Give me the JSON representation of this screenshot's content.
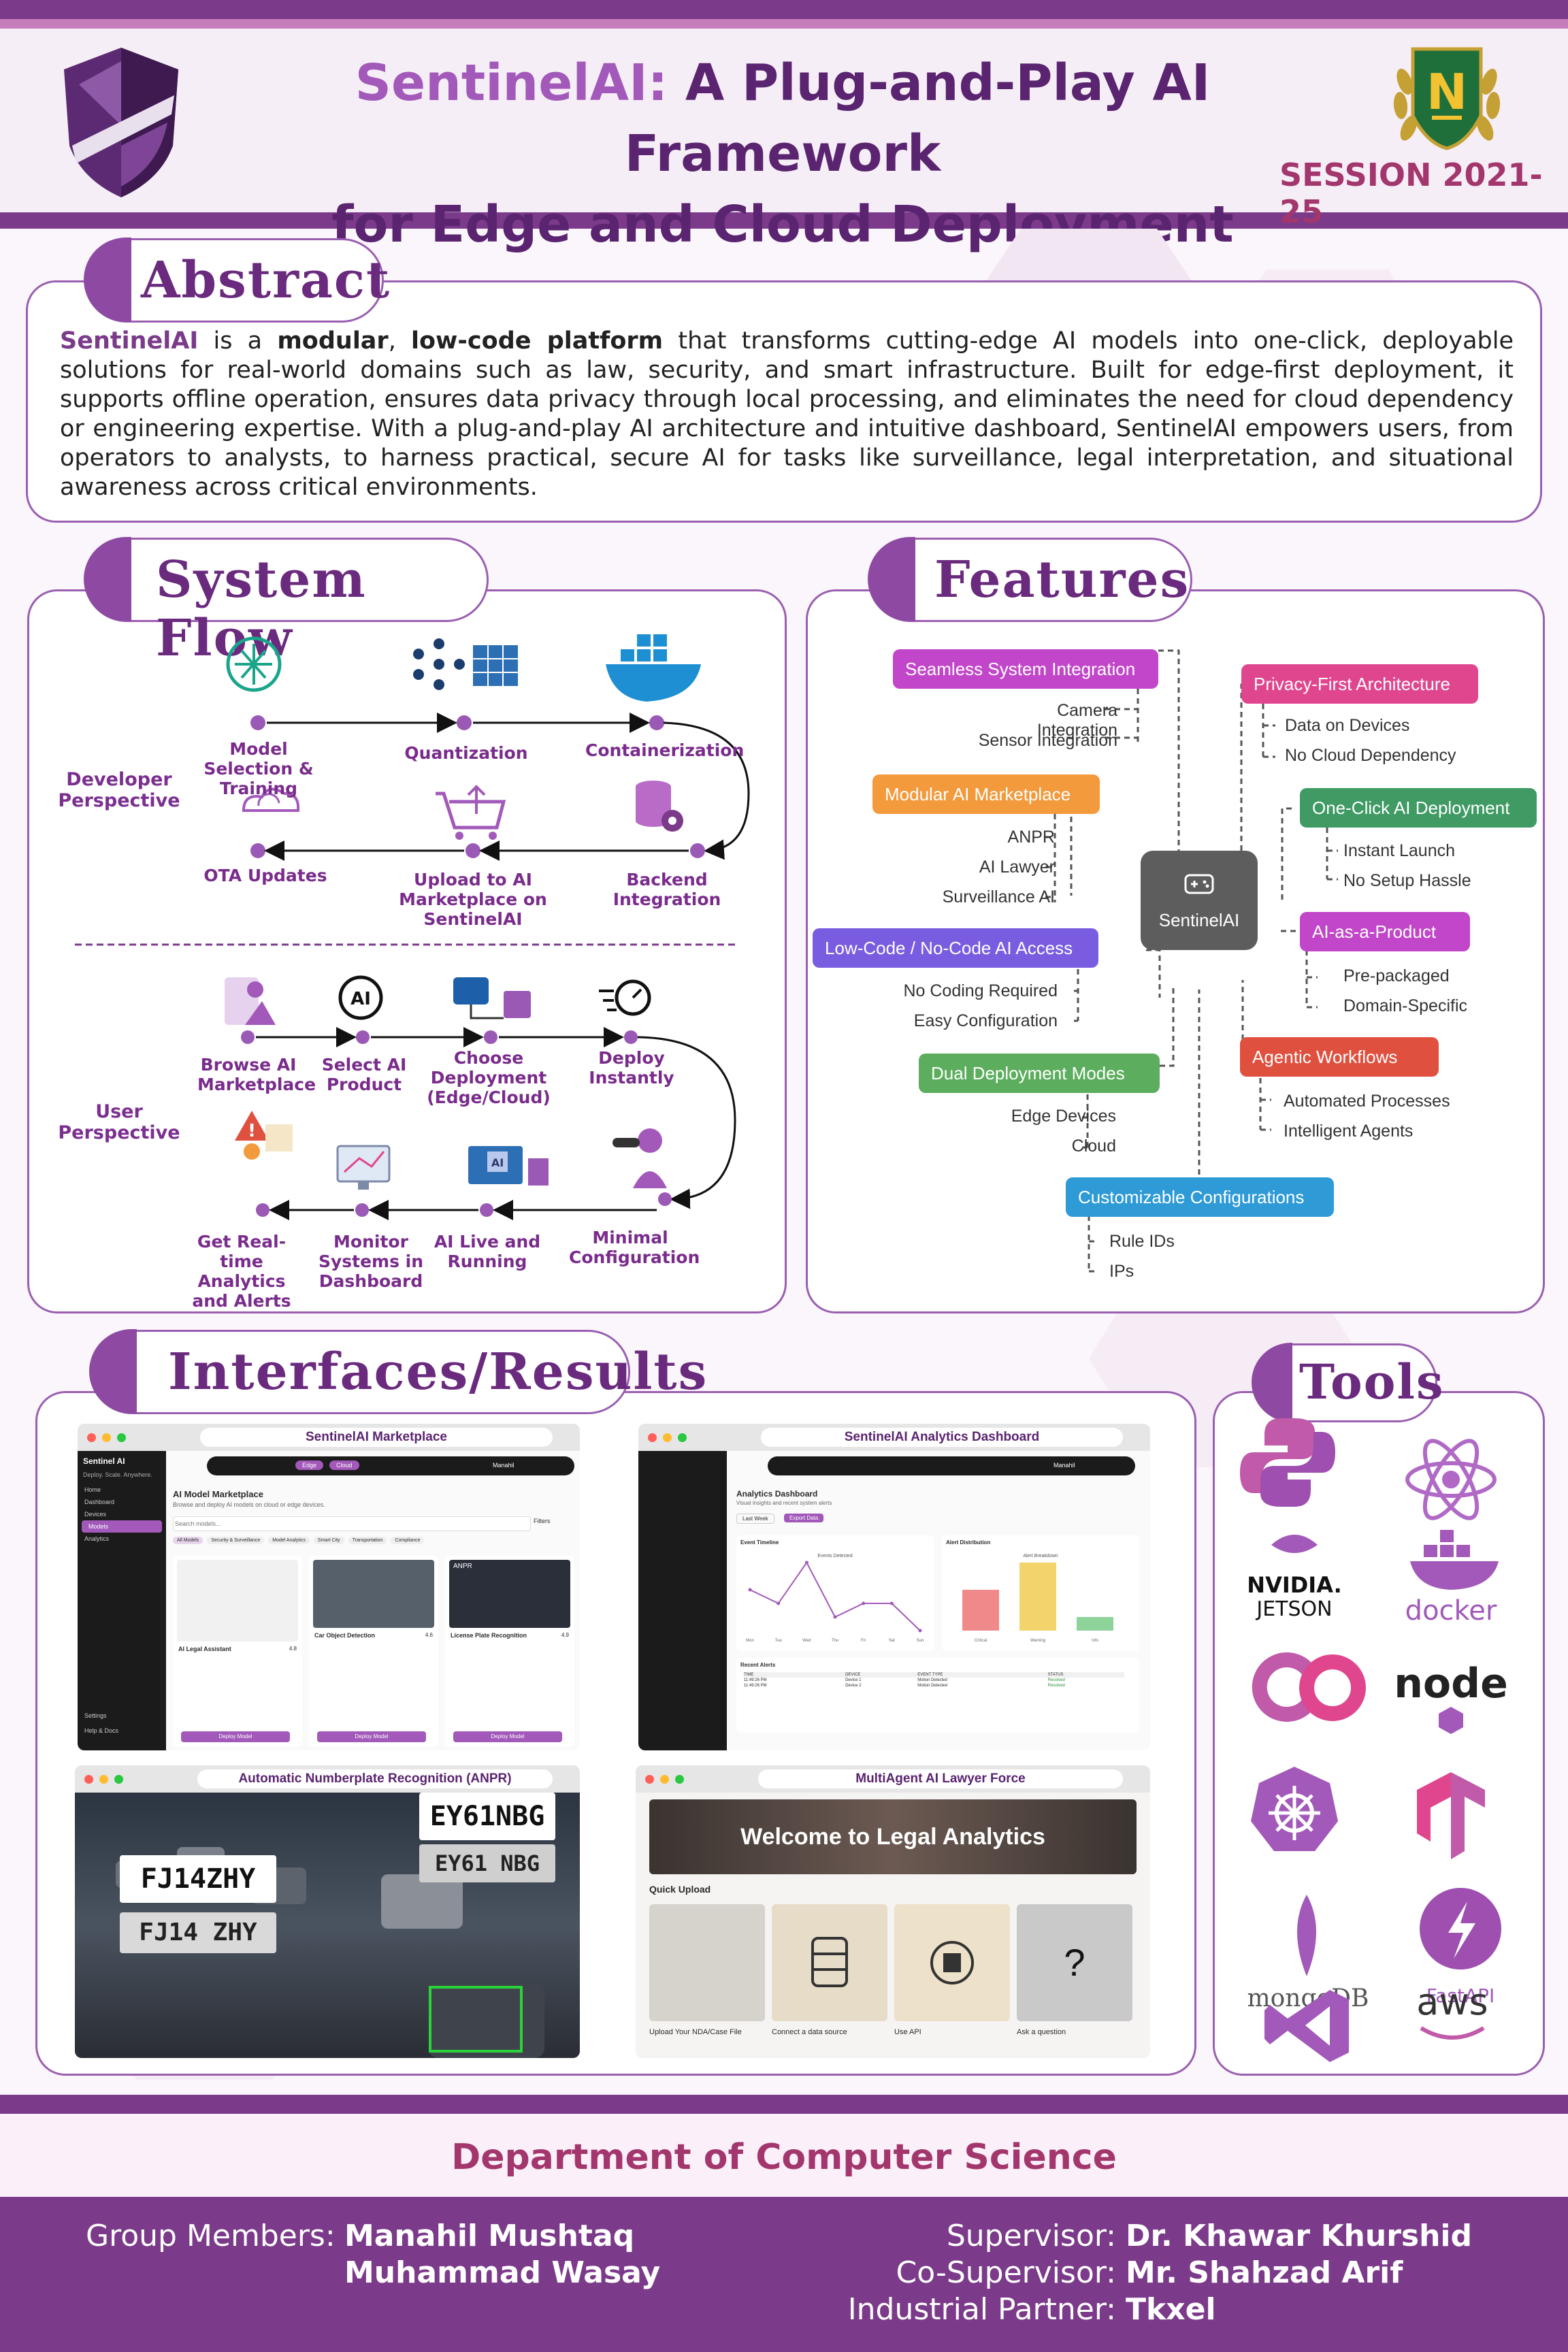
{
  "header": {
    "title_brand": "SentinelAI:",
    "title_rest_line1": "A Plug-and-Play AI Framework",
    "title_line2": "for Edge and Cloud Deployment",
    "session": "SESSION 2021-25",
    "logo_letter": "N"
  },
  "abstract": {
    "heading": "Abstract",
    "brand": "SentinelAI",
    "t1": " is a ",
    "b1": "modular",
    "t2": ", ",
    "b2": "low-code platform",
    "t3": " that transforms cutting-edge AI models into one-click, deployable solutions for real-world domains such as law, security, and smart infrastructure. Built for edge-first deployment, it supports offline operation, ensures data privacy through local processing, and eliminates the need for cloud dependency or engineering expertise. With a plug-and-play AI architecture and intuitive dashboard, SentinelAI empowers users, from operators to analysts, to harness practical, secure AI for tasks like surveillance, legal interpretation, and situational awareness across critical environments."
  },
  "system_flow": {
    "heading": "System Flow",
    "developer_perspective": "Developer Perspective",
    "user_perspective": "User Perspective",
    "dev_steps": {
      "model_selection": "Model Selection & Training",
      "quantization": "Quantization",
      "containerization": "Containerization",
      "backend_integration": "Backend Integration",
      "upload": "Upload to AI Marketplace on SentinelAI",
      "ota": "OTA Updates"
    },
    "user_steps": {
      "browse": "Browse AI Marketplace",
      "select": "Select AI Product",
      "choose": "Choose Deployment (Edge/Cloud)",
      "deploy": "Deploy Instantly",
      "minimal": "Minimal Configuration",
      "live": "AI Live and Running",
      "monitor": "Monitor Systems in Dashboard",
      "analytics": "Get Real-time Analytics and Alerts"
    }
  },
  "features": {
    "heading": "Features",
    "center": "SentinelAI",
    "items": [
      {
        "label": "Seamless System Integration",
        "color": "#c246c9",
        "subs": [
          "Camera Integration",
          "Sensor Integration"
        ]
      },
      {
        "label": "Modular AI Marketplace",
        "color": "#f39a3c",
        "subs": [
          "ANPR",
          "AI Lawyer",
          "Surveillance AI"
        ]
      },
      {
        "label": "Low-Code / No-Code AI Access",
        "color": "#7a5ce0",
        "subs": [
          "No Coding Required",
          "Easy Configuration"
        ]
      },
      {
        "label": "Dual Deployment Modes",
        "color": "#5cae5e",
        "subs": [
          "Edge Devices",
          "Cloud"
        ]
      },
      {
        "label": "Privacy-First Architecture",
        "color": "#e0468e",
        "subs": [
          "Data on Devices",
          "No Cloud Dependency"
        ]
      },
      {
        "label": "One-Click AI Deployment",
        "color": "#3f9a64",
        "subs": [
          "Instant Launch",
          "No Setup Hassle"
        ]
      },
      {
        "label": "AI-as-a-Product",
        "color": "#c246c9",
        "subs": [
          "Pre-packaged",
          "Domain-Specific"
        ]
      },
      {
        "label": "Agentic Workflows",
        "color": "#e0503f",
        "subs": [
          "Automated Processes",
          "Intelligent Agents"
        ]
      },
      {
        "label": "Customizable Configurations",
        "color": "#2e9ad6",
        "subs": [
          "Rule IDs",
          "IPs"
        ]
      }
    ]
  },
  "interfaces": {
    "heading": "Interfaces/Results",
    "marketplace": {
      "title": "SentinelAI Marketplace",
      "app_name": "Sentinel AI",
      "app_tag": "Deploy. Scale. Anywhere.",
      "page_title": "AI Model Marketplace",
      "page_sub": "Browse and deploy AI models on cloud or edge devices.",
      "search_placeholder": "Search models...",
      "filters": "Filters",
      "chips": [
        "All Models",
        "Security & Surveillance",
        "Model Analytics",
        "Smart City",
        "Transportation",
        "Compliance"
      ],
      "sidebar": [
        "Home",
        "Dashboard",
        "Devices",
        "Models",
        "Analytics"
      ],
      "cards": [
        {
          "name": "AI Legal Assistant",
          "rating": "4.8",
          "btn": "Deploy Model"
        },
        {
          "name": "Car Object Detection",
          "rating": "4.6",
          "btn": "Deploy Model"
        },
        {
          "name": "License Plate Recognition",
          "rating": "4.9",
          "btn": "Deploy Model"
        }
      ],
      "anpr_tag": "ANPR",
      "settings": "Settings",
      "help": "Help & Docs",
      "toggle_edge": "Edge",
      "toggle_cloud": "Cloud",
      "user": "Manahil"
    },
    "analytics": {
      "title": "SentinelAI Analytics Dashboard",
      "page_title": "Analytics Dashboard",
      "page_sub": "Visual insights and recent system alerts",
      "range": "Last Week",
      "export": "Export Data",
      "timeline_title": "Event Timeline",
      "timeline_legend": "Events Detected",
      "timeline_x": [
        "Mon",
        "Tue",
        "Wed",
        "Thu",
        "Fri",
        "Sat",
        "Sun"
      ],
      "timeline_values": [
        3,
        2,
        5,
        1,
        2,
        2,
        0
      ],
      "dist_title": "Alert Distribution",
      "dist_legend": "Alert Breakdown",
      "dist_x": [
        "Critical",
        "Warning",
        "Info"
      ],
      "dist_values": [
        3,
        5,
        1
      ],
      "alerts_title": "Recent Alerts",
      "alerts_headers": [
        "TIME",
        "DEVICE",
        "EVENT TYPE",
        "STATUS"
      ],
      "alerts_rows": [
        [
          "11:49:26 PM",
          "Device 1",
          "Motion Detected",
          "Resolved"
        ],
        [
          "11:49:26 PM",
          "Device 2",
          "Motion Detected",
          "Resolved"
        ]
      ],
      "user": "Manahil"
    },
    "anpr": {
      "title": "Automatic Numberplate Recognition (ANPR)",
      "plate1": "FJ14ZHY",
      "plate1_photo": "FJ14 ZHY",
      "plate2": "EY61NBG",
      "plate2_photo": "EY61 NBG"
    },
    "lawyer": {
      "title": "MultiAgent AI Lawyer Force",
      "banner": "Welcome to Legal Analytics",
      "quick_upload": "Quick Upload",
      "tiles": [
        "Upload Your NDA/Case File",
        "Connect a data source",
        "Use API",
        "Ask a question"
      ]
    }
  },
  "tools": {
    "heading": "Tools",
    "items": [
      {
        "name": "python-icon",
        "label": ""
      },
      {
        "name": "react-icon",
        "label": ""
      },
      {
        "name": "nvidia-jetson-icon",
        "label": "NVIDIA. JETSON"
      },
      {
        "name": "docker-icon",
        "label": "docker"
      },
      {
        "name": "cooperative-icon",
        "label": ""
      },
      {
        "name": "nodejs-icon",
        "label": "node"
      },
      {
        "name": "kubernetes-icon",
        "label": ""
      },
      {
        "name": "tensorflow-icon",
        "label": ""
      },
      {
        "name": "mongodb-icon",
        "label": "mongoDB"
      },
      {
        "name": "fastapi-icon",
        "label": "FastAPI"
      },
      {
        "name": "visual-studio-icon",
        "label": ""
      },
      {
        "name": "aws-icon",
        "label": "aws"
      }
    ]
  },
  "footer": {
    "department": "Department of Computer Science",
    "group_label": "Group Members:",
    "members": [
      "Manahil Mushtaq",
      "Muhammad Wasay"
    ],
    "supervisor_label": "Supervisor:",
    "supervisor": "Dr. Khawar Khurshid",
    "cosupervisor_label": "Co-Supervisor:",
    "cosupervisor": "Mr. Shahzad Arif",
    "partner_label": "Industrial Partner:",
    "partner": "Tkxel"
  },
  "colors": {
    "primary": "#7b3a8a",
    "accent": "#a259b9",
    "session": "#a3376d"
  }
}
